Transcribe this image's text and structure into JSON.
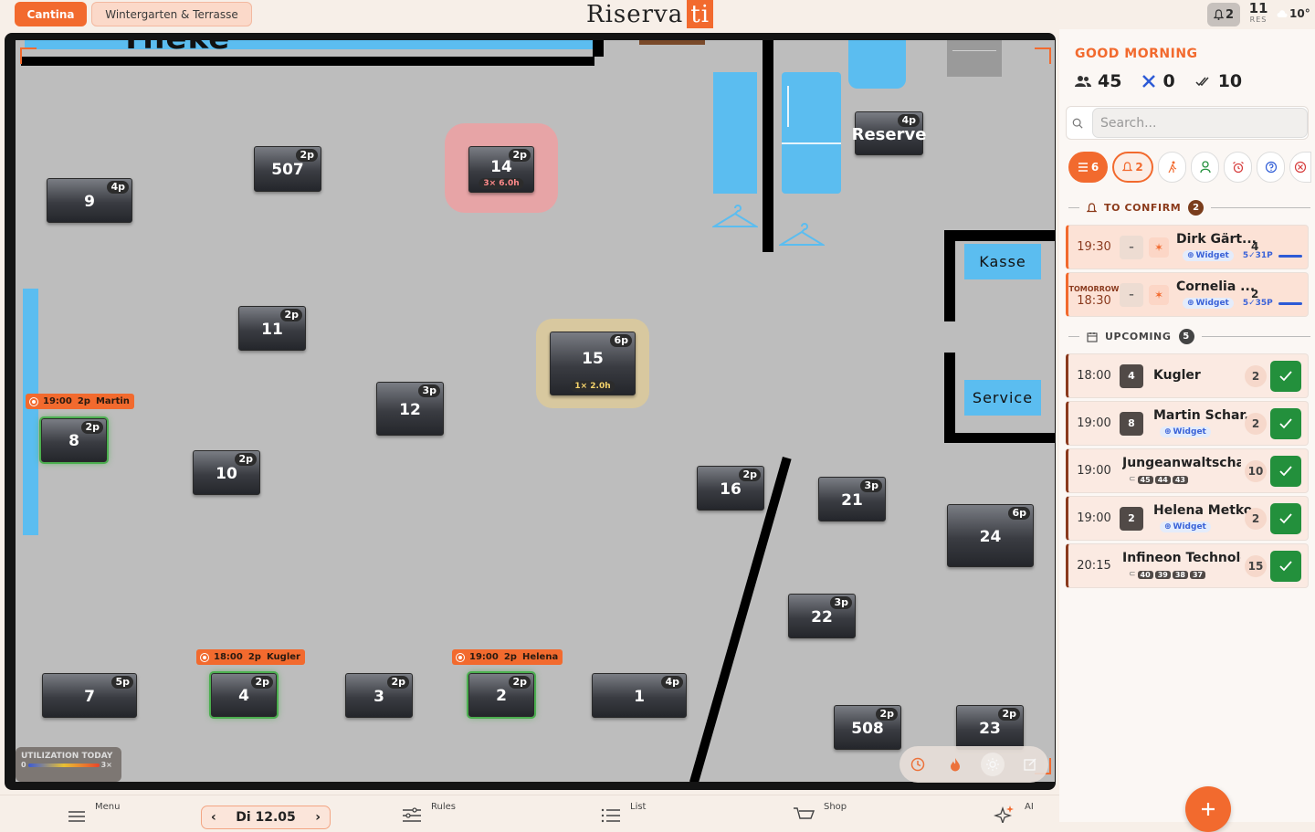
{
  "header": {
    "areas": [
      {
        "label": "Cantina",
        "active": true
      },
      {
        "label": "Wintergarten & Terrasse",
        "active": false
      }
    ],
    "logo_main": "Riserva",
    "logo_accent": "ti",
    "notifications": "2",
    "reservations_count": "11",
    "reservations_label": "RES",
    "weather": "10°"
  },
  "floor": {
    "theke_label": "Theke",
    "kasse_label": "Kasse",
    "service_label": "Service",
    "tables": [
      {
        "num": "9",
        "cap": "4p"
      },
      {
        "num": "507",
        "cap": "2p"
      },
      {
        "num": "14",
        "cap": "2p",
        "dur": "3× 6.0h"
      },
      {
        "num": "Reserve",
        "cap": "4p"
      },
      {
        "num": "11",
        "cap": "2p"
      },
      {
        "num": "15",
        "cap": "6p",
        "dur": "1× 2.0h"
      },
      {
        "num": "12",
        "cap": "3p"
      },
      {
        "num": "8",
        "cap": "2p"
      },
      {
        "num": "10",
        "cap": "2p"
      },
      {
        "num": "16",
        "cap": "2p"
      },
      {
        "num": "21",
        "cap": "3p"
      },
      {
        "num": "24",
        "cap": "6p"
      },
      {
        "num": "22",
        "cap": "3p"
      },
      {
        "num": "7",
        "cap": "5p"
      },
      {
        "num": "4",
        "cap": "2p"
      },
      {
        "num": "3",
        "cap": "2p"
      },
      {
        "num": "2",
        "cap": "2p"
      },
      {
        "num": "1",
        "cap": "4p"
      },
      {
        "num": "508",
        "cap": "2p"
      },
      {
        "num": "23",
        "cap": "2p"
      }
    ],
    "chips": [
      {
        "time": "19:00",
        "pax": "2p",
        "name": "Martin"
      },
      {
        "time": "18:00",
        "pax": "2p",
        "name": "Kugler"
      },
      {
        "time": "19:00",
        "pax": "2p",
        "name": "Helena"
      }
    ],
    "utilization_label": "UTILIZATION TODAY",
    "util_min": "0",
    "util_max": "3×"
  },
  "sidebar": {
    "greeting": "GOOD MORNING",
    "stats": {
      "guests": "45",
      "cancelled": "0",
      "confirmed": "10"
    },
    "search_placeholder": "Search...",
    "filters": [
      {
        "icon": "list-icon",
        "count": "6"
      },
      {
        "icon": "bell-icon",
        "count": "2"
      },
      {
        "icon": "walk-in-icon",
        "count": ""
      },
      {
        "icon": "person-icon",
        "count": ""
      },
      {
        "icon": "alarm-icon",
        "count": ""
      },
      {
        "icon": "help-icon",
        "count": ""
      },
      {
        "icon": "cancel-icon",
        "count": ""
      }
    ],
    "to_confirm_label": "TO CONFIRM",
    "to_confirm_count": "2",
    "upcoming_label": "UPCOMING",
    "upcoming_count": "5",
    "to_confirm": [
      {
        "time": "19:30",
        "when": "",
        "table": "–",
        "name": "Dirk Gärt...",
        "source": "Widget",
        "score": "5✓31P",
        "pax": "4"
      },
      {
        "time": "18:30",
        "when": "TOMORROW",
        "table": "–",
        "name": "Cornelia ...",
        "source": "Widget",
        "score": "5✓35P",
        "pax": "2"
      }
    ],
    "upcoming": [
      {
        "time": "18:00",
        "table": "4",
        "name": "Kugler",
        "source": "",
        "tags": [],
        "pax": "2"
      },
      {
        "time": "19:00",
        "table": "8",
        "name": "Martin Schar...",
        "source": "Widget",
        "tags": [],
        "pax": "2"
      },
      {
        "time": "19:00",
        "table": "",
        "name": "Jungeanwaltschaft",
        "source": "",
        "tags": [
          "45",
          "44",
          "43"
        ],
        "pax": "10"
      },
      {
        "time": "19:00",
        "table": "2",
        "name": "Helena Metko",
        "source": "Widget",
        "tags": [],
        "pax": "2"
      },
      {
        "time": "20:15",
        "table": "",
        "name": "Infineon Technolo...",
        "source": "",
        "tags": [
          "40",
          "39",
          "38",
          "37"
        ],
        "pax": "15"
      }
    ]
  },
  "bottom": {
    "menu": "Menu",
    "date": "Di 12.05",
    "rules": "Rules",
    "list": "List",
    "shop": "Shop",
    "ai": "AI"
  }
}
